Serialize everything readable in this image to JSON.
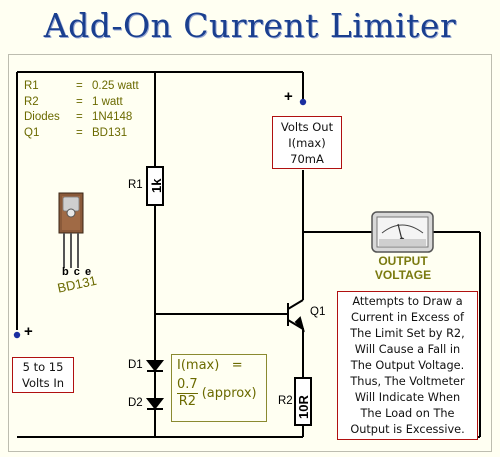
{
  "title": "Add-On Current Limiter",
  "components": [
    {
      "ref": "R1",
      "value": "0.25 watt"
    },
    {
      "ref": "R2",
      "value": "1 watt"
    },
    {
      "ref": "Diodes",
      "value": "1N4148"
    },
    {
      "ref": "Q1",
      "value": "BD131"
    }
  ],
  "labels": {
    "r1": "R1",
    "r1_value": "1k",
    "r2": "R2",
    "r2_value": "10R",
    "d1": "D1",
    "d2": "D2",
    "q1": "Q1",
    "transistor_part": "BD131",
    "pins": "b c e",
    "plus_top": "+",
    "plus_left": "+"
  },
  "volts_out_box": {
    "line1": "Volts Out",
    "line2": "I(max)",
    "line3": "70mA"
  },
  "input_box": {
    "line1": "5 to 15",
    "line2": "Volts In"
  },
  "formula": {
    "lhs": "I(max)",
    "eq": "=",
    "numerator": "0.7",
    "denominator": "R2",
    "suffix": "(approx)"
  },
  "meter": {
    "caption_line1": "OUTPUT",
    "caption_line2": "VOLTAGE"
  },
  "note_lines": [
    "Attempts to Draw a",
    "Current in Excess of",
    "The Limit Set by R2,",
    "Will Cause a Fall in",
    "The Output Voltage.",
    "Thus, The Voltmeter",
    "Will Indicate When",
    "The Load on The",
    "Output is Excessive."
  ],
  "colors": {
    "title": "#1a3f8f",
    "wire": "#000000",
    "box_border": "#b01010",
    "olive_text": "#6b6a00",
    "node_dot": "#1a2fa0",
    "caption": "#7a7a10"
  }
}
